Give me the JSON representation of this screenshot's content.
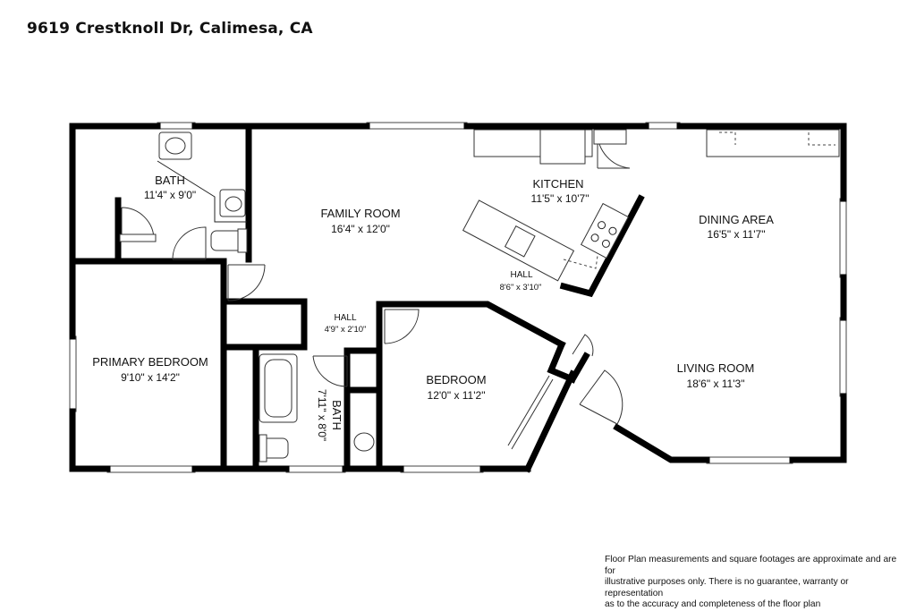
{
  "title": "9619 Crestknoll Dr, Calimesa, CA",
  "rooms": {
    "bath_top": {
      "name": "BATH",
      "dims": "11'4\" x 9'0\""
    },
    "family_room": {
      "name": "FAMILY ROOM",
      "dims": "16'4\" x 12'0\""
    },
    "kitchen": {
      "name": "KITCHEN",
      "dims": "11'5\" x 10'7\""
    },
    "dining_area": {
      "name": "DINING AREA",
      "dims": "16'5\" x 11'7\""
    },
    "hall_kitchen": {
      "name": "HALL",
      "dims": "8'6\" x 3'10\""
    },
    "hall_center": {
      "name": "HALL",
      "dims": "4'9\" x 2'10\""
    },
    "primary_bedroom": {
      "name": "PRIMARY BEDROOM",
      "dims": "9'10\" x 14'2\""
    },
    "bath_center": {
      "name": "BATH",
      "dims": "7'11\" x 8'0\""
    },
    "bedroom": {
      "name": "BEDROOM",
      "dims": "12'0\" x 11'2\""
    },
    "living_room": {
      "name": "LIVING ROOM",
      "dims": "18'6\" x 11'3\""
    }
  },
  "disclaimer": {
    "line1": "Floor Plan measurements and square footages are approximate and are for",
    "line2": "illustrative purposes only. There is no guarantee, warranty or representation",
    "line3": "as to the accuracy and completeness of the floor plan"
  }
}
